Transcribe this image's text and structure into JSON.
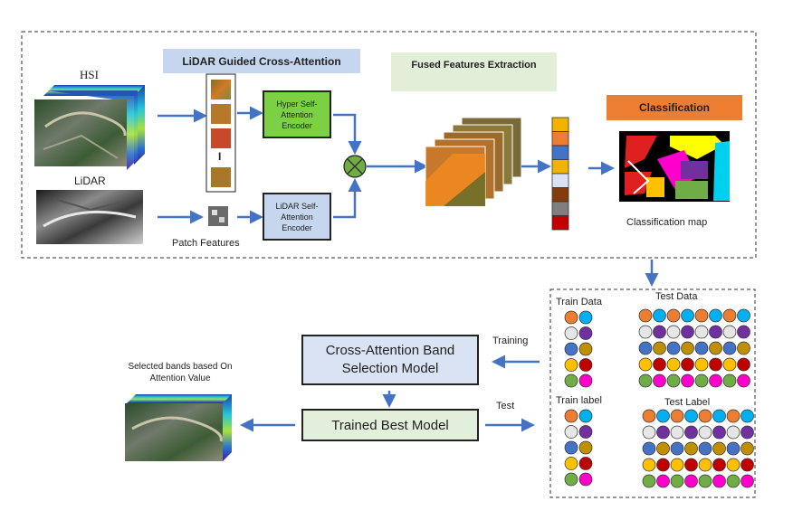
{
  "top": {
    "hsi_label": "HSI",
    "lidar_label": "LiDAR",
    "patch_features_label": "Patch Features",
    "cross_attention_title": "LiDAR Guided Cross-Attention",
    "hyper_encoder_label": "Hyper Self-Attention Encoder",
    "lidar_encoder_label": "LiDAR Self-Attention Encoder",
    "fused_title": "Fused Features Extraction",
    "classification_title": "Classification",
    "classification_map_label": "Classification map",
    "patch_separator": "I"
  },
  "bottom": {
    "band_model_label": "Cross-Attention Band Selection Model",
    "trained_model_label": "Trained Best Model",
    "selected_bands_label": "Selected bands based On Attention Value",
    "training_label": "Training",
    "test_label": "Test",
    "train_data_label": "Train Data",
    "test_data_label": "Test Data",
    "train_label_label": "Train label",
    "test_label_label": "Test Label"
  },
  "colors": {
    "cross_attention_bg": "#c5d6ee",
    "fused_bg": "#e2eed8",
    "classification_bg": "#ed7d31",
    "hyper_encoder_bg": "#7bd044",
    "lidar_encoder_bg": "#c5d6ee",
    "band_model_bg": "#dae3f3",
    "trained_model_bg": "#e2efda",
    "arrow": "#4472c4",
    "fusion_node": "#70ad47",
    "feature_vector": [
      "#f0b400",
      "#ed7d31",
      "#4472c4",
      "#f0b400",
      "#dae3f3",
      "#843c0c",
      "#7f7f7f",
      "#c00000"
    ],
    "dot_palette": [
      "#ed7d31",
      "#00b0f0",
      "#e7e6e6",
      "#7030a0",
      "#4472c4",
      "#bf8f00",
      "#ffc000",
      "#c00000",
      "#70ad47",
      "#ff00cc"
    ]
  }
}
